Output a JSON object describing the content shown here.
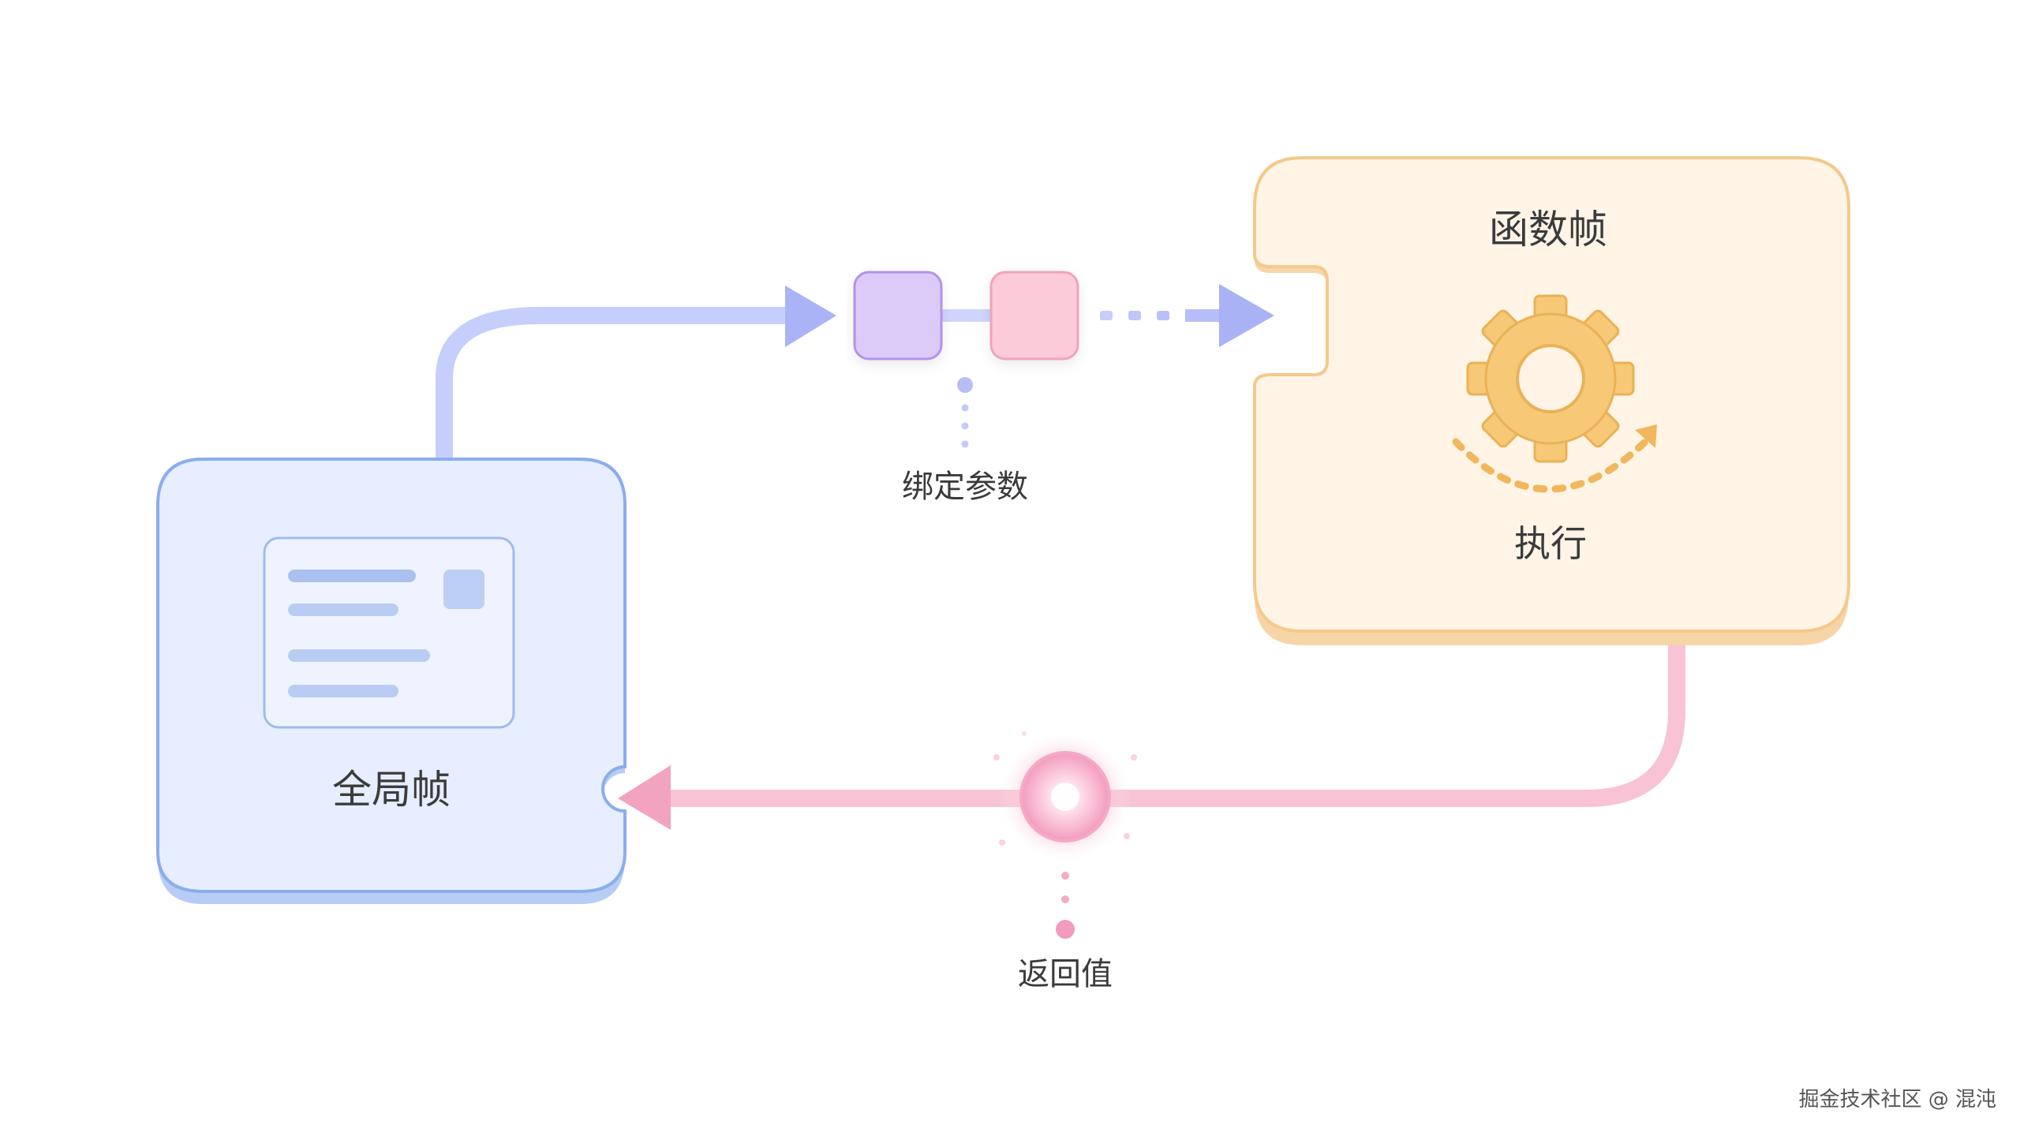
{
  "diagram": {
    "global_frame": {
      "label": "全局帧"
    },
    "function_frame": {
      "label": "函数帧",
      "gear_caption": "执行"
    },
    "bind_params": {
      "label": "绑定参数"
    },
    "return_value": {
      "label": "返回值"
    }
  },
  "watermark": "掘金技术社区 @ 混沌",
  "colors": {
    "global_fill": "#e6eeff",
    "global_stroke": "#8aaeec",
    "function_fill": "#fff4e6",
    "function_stroke": "#f4c98a",
    "arrow_blue": "#a9b4f5",
    "arrow_pink": "#f4a6c2",
    "param_purple": "#d8c6f8",
    "param_pink": "#f9c9d8",
    "gear": "#f5c061",
    "text": "#3b3b3b"
  }
}
